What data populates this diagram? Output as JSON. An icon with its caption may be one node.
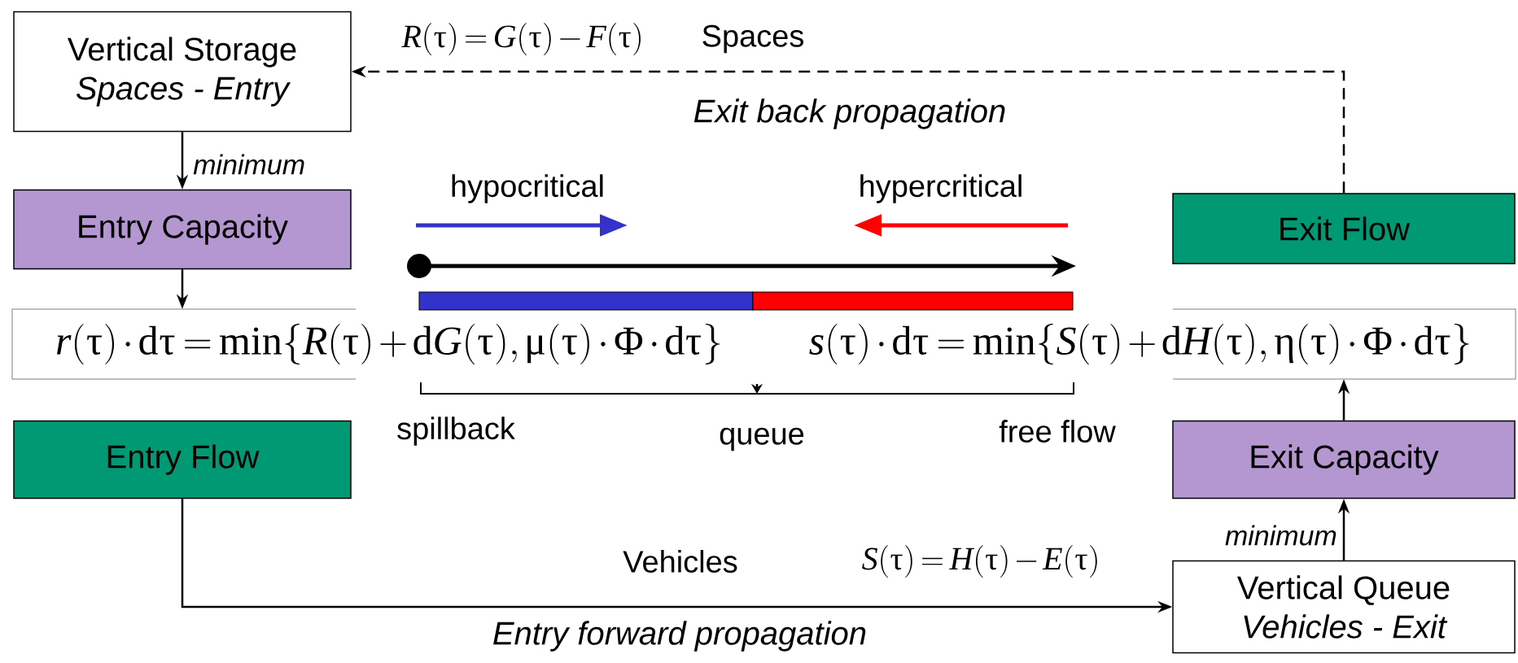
{
  "diagram": {
    "nodes": [
      {
        "text": [
          "Vertical Storage",
          "Spaces - Entry"
        ]
      },
      {
        "text": [
          "Entry Capacity"
        ]
      },
      {
        "text": [
          "Exit Flow"
        ]
      },
      {
        "text": [
          "r(\\tau)\\cdot\\mathrm{d}\\tau = \\min\\{R(\\tau) + \\mathrm{d}G(\\tau),\\, \\mu(\\tau)\\cdot\\Phi\\cdot\\mathrm{d}\\tau\\}"
        ]
      },
      {
        "text": [
          "s(\\tau)\\cdot\\mathrm{d}\\tau = \\min\\{S(\\tau) + \\mathrm{d}H(\\tau),\\, \\eta(\\tau)\\cdot\\Phi\\cdot\\mathrm{d}\\tau\\}"
        ]
      },
      {
        "text": [
          "Entry Flow"
        ]
      },
      {
        "text": [
          "Exit Capacity"
        ]
      },
      {
        "text": [
          "Vertical Queue",
          "Vehicles - Exit"
        ]
      }
    ],
    "edges": [
      {
        "from": 0,
        "to": 1,
        "arrow": "to",
        "label": "minimum"
      },
      {
        "from": 1,
        "to": 3,
        "arrow": "to"
      },
      {
        "from": 2,
        "to": 0,
        "arrow": "to",
        "style": "dashed",
        "label": "Exit back propagation"
      },
      {
        "from": 5,
        "to": 7,
        "arrow": "to",
        "label": "Entry forward propagation"
      },
      {
        "from": 7,
        "to": 6,
        "arrow": "to",
        "label": "minimum"
      },
      {
        "from": 6,
        "to": 4,
        "arrow": "to"
      }
    ],
    "labels": [
      "R(\\tau) = G(\\tau) - F(\\tau)",
      "Spaces",
      "hypocritical",
      "hypercritical",
      "spillback",
      "queue",
      "free flow",
      "Vehicles",
      "S(\\tau) = H(\\tau) - E(\\tau)"
    ]
  }
}
